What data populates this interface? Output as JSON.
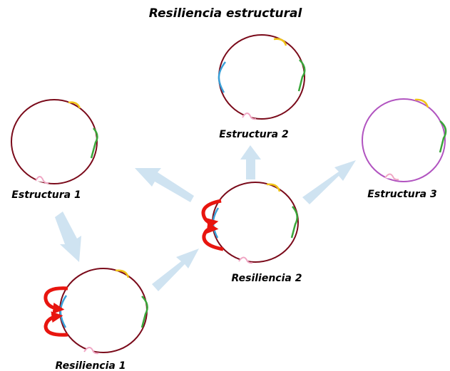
{
  "title": "Resiliencia estructural",
  "labels": {
    "estructura_1": "Estructura 1",
    "estructura_2": "Estructura 2",
    "estructura_3": "Estructura 3",
    "resiliencia_1": "Resiliencia 1",
    "resiliencia_2": "Resiliencia 2"
  },
  "colors": {
    "ring_main": "#7a0a1a",
    "ring_alt": "#b154c0",
    "yellow_segment": "#f0c418",
    "green_segment": "#3aa63a",
    "blue_segment": "#3aa0d8",
    "pink_bump": "#f0a6c4",
    "red_arrow": "#e8150f",
    "transition_arrow": "#cfe3f1"
  }
}
